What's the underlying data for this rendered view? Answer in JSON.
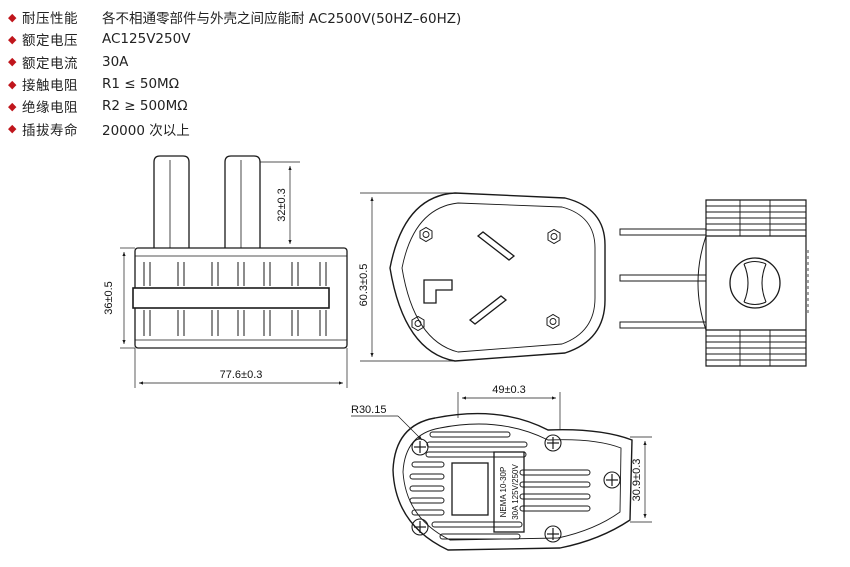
{
  "specs": [
    {
      "label": "耐压性能",
      "value": "各不相通零部件与外壳之间应能耐 AC2500V(50HZ–60HZ)"
    },
    {
      "label": "额定电压",
      "value": "AC125V250V"
    },
    {
      "label": "额定电流",
      "value": "30A"
    },
    {
      "label": "接触电阻",
      "value": "R1 ≤ 50MΩ"
    },
    {
      "label": "绝缘电阻",
      "value": "R2 ≥ 500MΩ"
    },
    {
      "label": "插拔寿命",
      "value": "20000 次以上"
    }
  ],
  "dimensions": {
    "pin_length": "32±0.3",
    "body_height": "36±0.5",
    "body_width": "77.6±0.3",
    "face_height": "60.3±0.5",
    "back_width": "49±0.3",
    "radius": "R30.15",
    "back_height": "30.9±0.3"
  },
  "label_plate": {
    "line1": "NEMA 10-30P",
    "line2": "30A 125V/250V"
  },
  "colors": {
    "bullet": "#c0161c",
    "line": "#1a1a1a"
  },
  "icons": {
    "bullet": "diamond-bullet-icon"
  }
}
